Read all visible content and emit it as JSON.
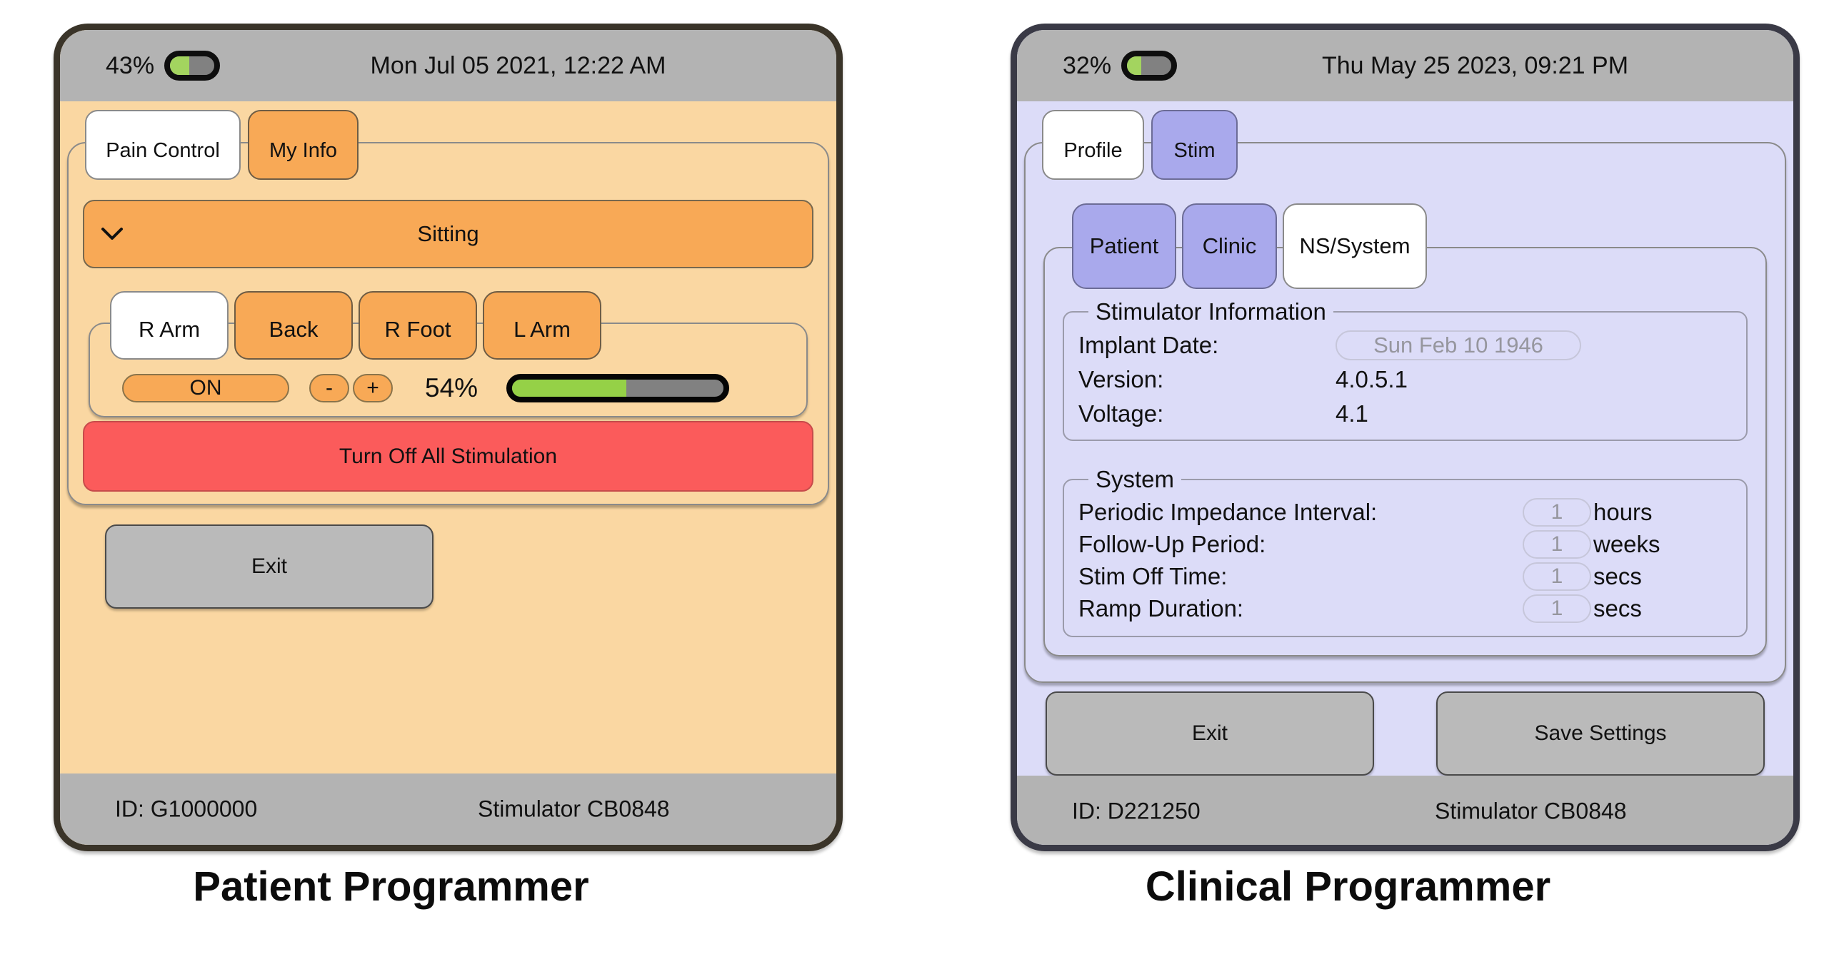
{
  "captions": {
    "patient": "Patient Programmer",
    "clinical": "Clinical Programmer"
  },
  "palette": {
    "orange_button": "#f8a956",
    "orange_background": "#fad7a2",
    "lavender_background": "#dcdcf8",
    "purple_button": "#a9a9ec",
    "status_gray": "#b3b3b3",
    "button_gray": "#bababa",
    "danger_red": "#fb5b5b",
    "battery_green": "#a3d45f",
    "progress_green": "#95d147",
    "track_gray": "#818181"
  },
  "patient": {
    "status": {
      "battery_label": "43%",
      "battery_percent": 43,
      "datetime": "Mon Jul 05 2021, 12:22 AM"
    },
    "tabs": {
      "pain_control": "Pain Control",
      "my_info": "My Info"
    },
    "posture": {
      "selected": "Sitting"
    },
    "areas": {
      "r_arm": "R Arm",
      "back": "Back",
      "r_foot": "R Foot",
      "l_arm": "L Arm"
    },
    "controls": {
      "power": "ON",
      "decrease": "-",
      "increase": "+",
      "intensity_label": "54%",
      "intensity_percent": 54
    },
    "turn_off_label": "Turn Off All Stimulation",
    "exit_label": "Exit",
    "footer": {
      "id": "ID: G1000000",
      "stimulator": "Stimulator CB0848"
    }
  },
  "clinical": {
    "status": {
      "battery_label": "32%",
      "battery_percent": 32,
      "datetime": "Thu May 25 2023, 09:21 PM"
    },
    "tabs": {
      "profile": "Profile",
      "stim": "Stim"
    },
    "subtabs": {
      "patient": "Patient",
      "clinic": "Clinic",
      "ns_system": "NS/System"
    },
    "stimulator_info": {
      "legend": "Stimulator Information",
      "implant_date_label": "Implant Date:",
      "implant_date_value": "Sun Feb 10 1946",
      "version_label": "Version:",
      "version_value": "4.0.5.1",
      "voltage_label": "Voltage:",
      "voltage_value": "4.1"
    },
    "system": {
      "legend": "System",
      "rows": [
        {
          "label": "Periodic Impedance Interval:",
          "value": "1",
          "unit": "hours"
        },
        {
          "label": "Follow-Up Period:",
          "value": "1",
          "unit": "weeks"
        },
        {
          "label": "Stim Off Time:",
          "value": "1",
          "unit": "secs"
        },
        {
          "label": "Ramp Duration:",
          "value": "1",
          "unit": "secs"
        }
      ]
    },
    "exit_label": "Exit",
    "save_label": "Save Settings",
    "footer": {
      "id": "ID: D221250",
      "stimulator": "Stimulator CB0848"
    }
  }
}
